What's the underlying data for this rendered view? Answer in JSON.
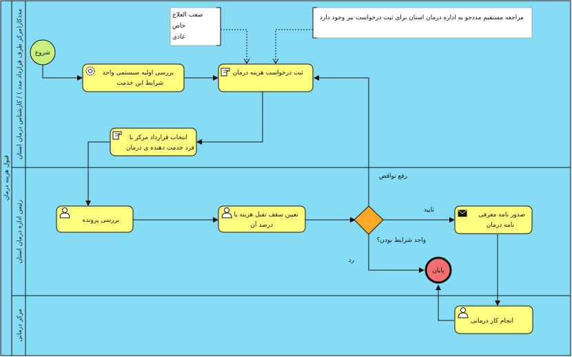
{
  "pool": {
    "title": "قبول هزینه درمان",
    "lanes": [
      "مددکار(مرکز طرف قرارداد مدد ) / کارشناس درمان استان",
      "رئیس اداره درمان استان",
      "مرکز درمانی"
    ]
  },
  "events": {
    "start": "شروع",
    "end": "پایان"
  },
  "tasks": {
    "check_system": [
      "بررسی اولیه سیستمی واجد",
      "شرایط این خدمت"
    ],
    "register": [
      "ثبت درخواست هزینه درمان"
    ],
    "select_contract": [
      "انتخاب قرارداد مرکز یا",
      "فرد خدمت دهنده ی درمان"
    ],
    "review_file": [
      "بررسی پرونده"
    ],
    "set_ceiling": [
      "تعیین سقف تقبل هزینه یا",
      "درصد آن"
    ],
    "issue_letter": [
      "صدور نامه معرفی",
      "نامه درمان"
    ],
    "do_treatment": [
      "انجام کار درمانی"
    ]
  },
  "annotations": {
    "types": [
      "صعب العلاج",
      "خاص",
      "عادی"
    ],
    "direct_visit": "مراجعه مستقیم مددجو به اداره درمان استان برای ثبت درخواست نیز وجود دارد"
  },
  "gateway": {
    "question": "واجد شرایط بودن؟",
    "approve": "تایید",
    "reject": "رد",
    "fix": "رفع نواقص"
  }
}
